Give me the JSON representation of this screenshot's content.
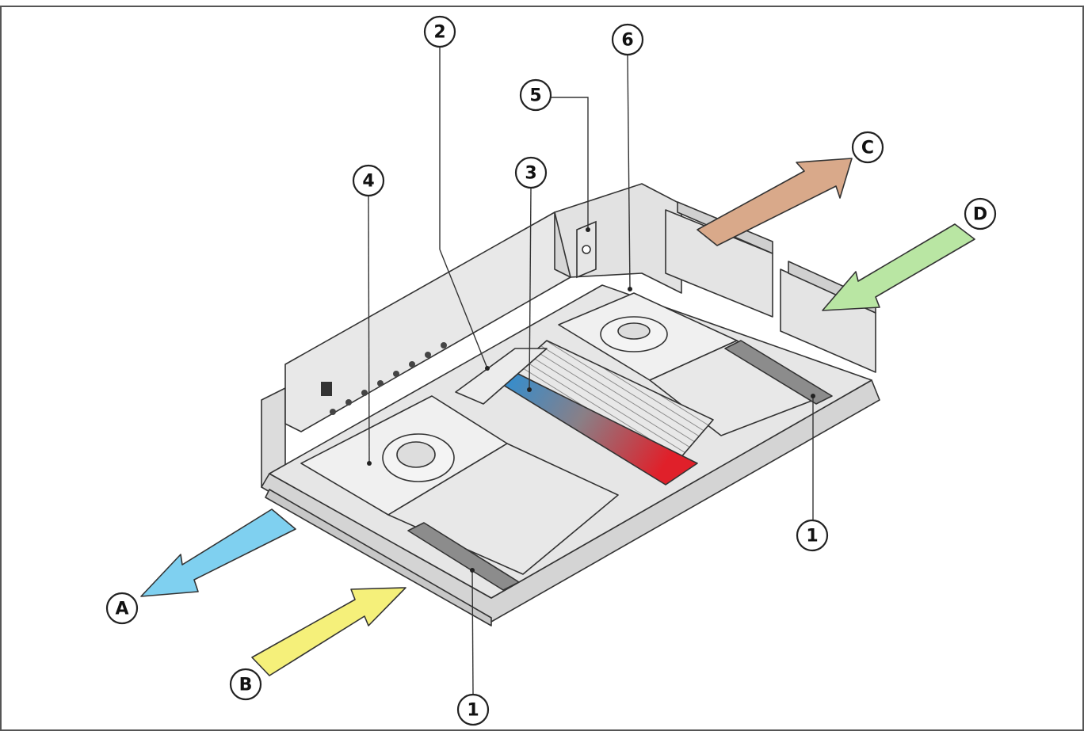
{
  "colors": {
    "airflow_a": "#7fd0f0",
    "airflow_b": "#f5f07a",
    "airflow_c": "#d9a98a",
    "airflow_d": "#b9e6a3",
    "exchanger_cold": "#2a8fd6",
    "exchanger_hot": "#e0202a",
    "casing": "#e4e4e4",
    "outline": "#333333"
  },
  "callouts": [
    {
      "id": "c1a",
      "text": "1"
    },
    {
      "id": "c1b",
      "text": "1"
    },
    {
      "id": "c2",
      "text": "2"
    },
    {
      "id": "c3",
      "text": "3"
    },
    {
      "id": "c4",
      "text": "4"
    },
    {
      "id": "c5",
      "text": "5"
    },
    {
      "id": "c6",
      "text": "6"
    }
  ],
  "flows": [
    {
      "id": "A",
      "text": "A"
    },
    {
      "id": "B",
      "text": "B"
    },
    {
      "id": "C",
      "text": "C"
    },
    {
      "id": "D",
      "text": "D"
    }
  ]
}
